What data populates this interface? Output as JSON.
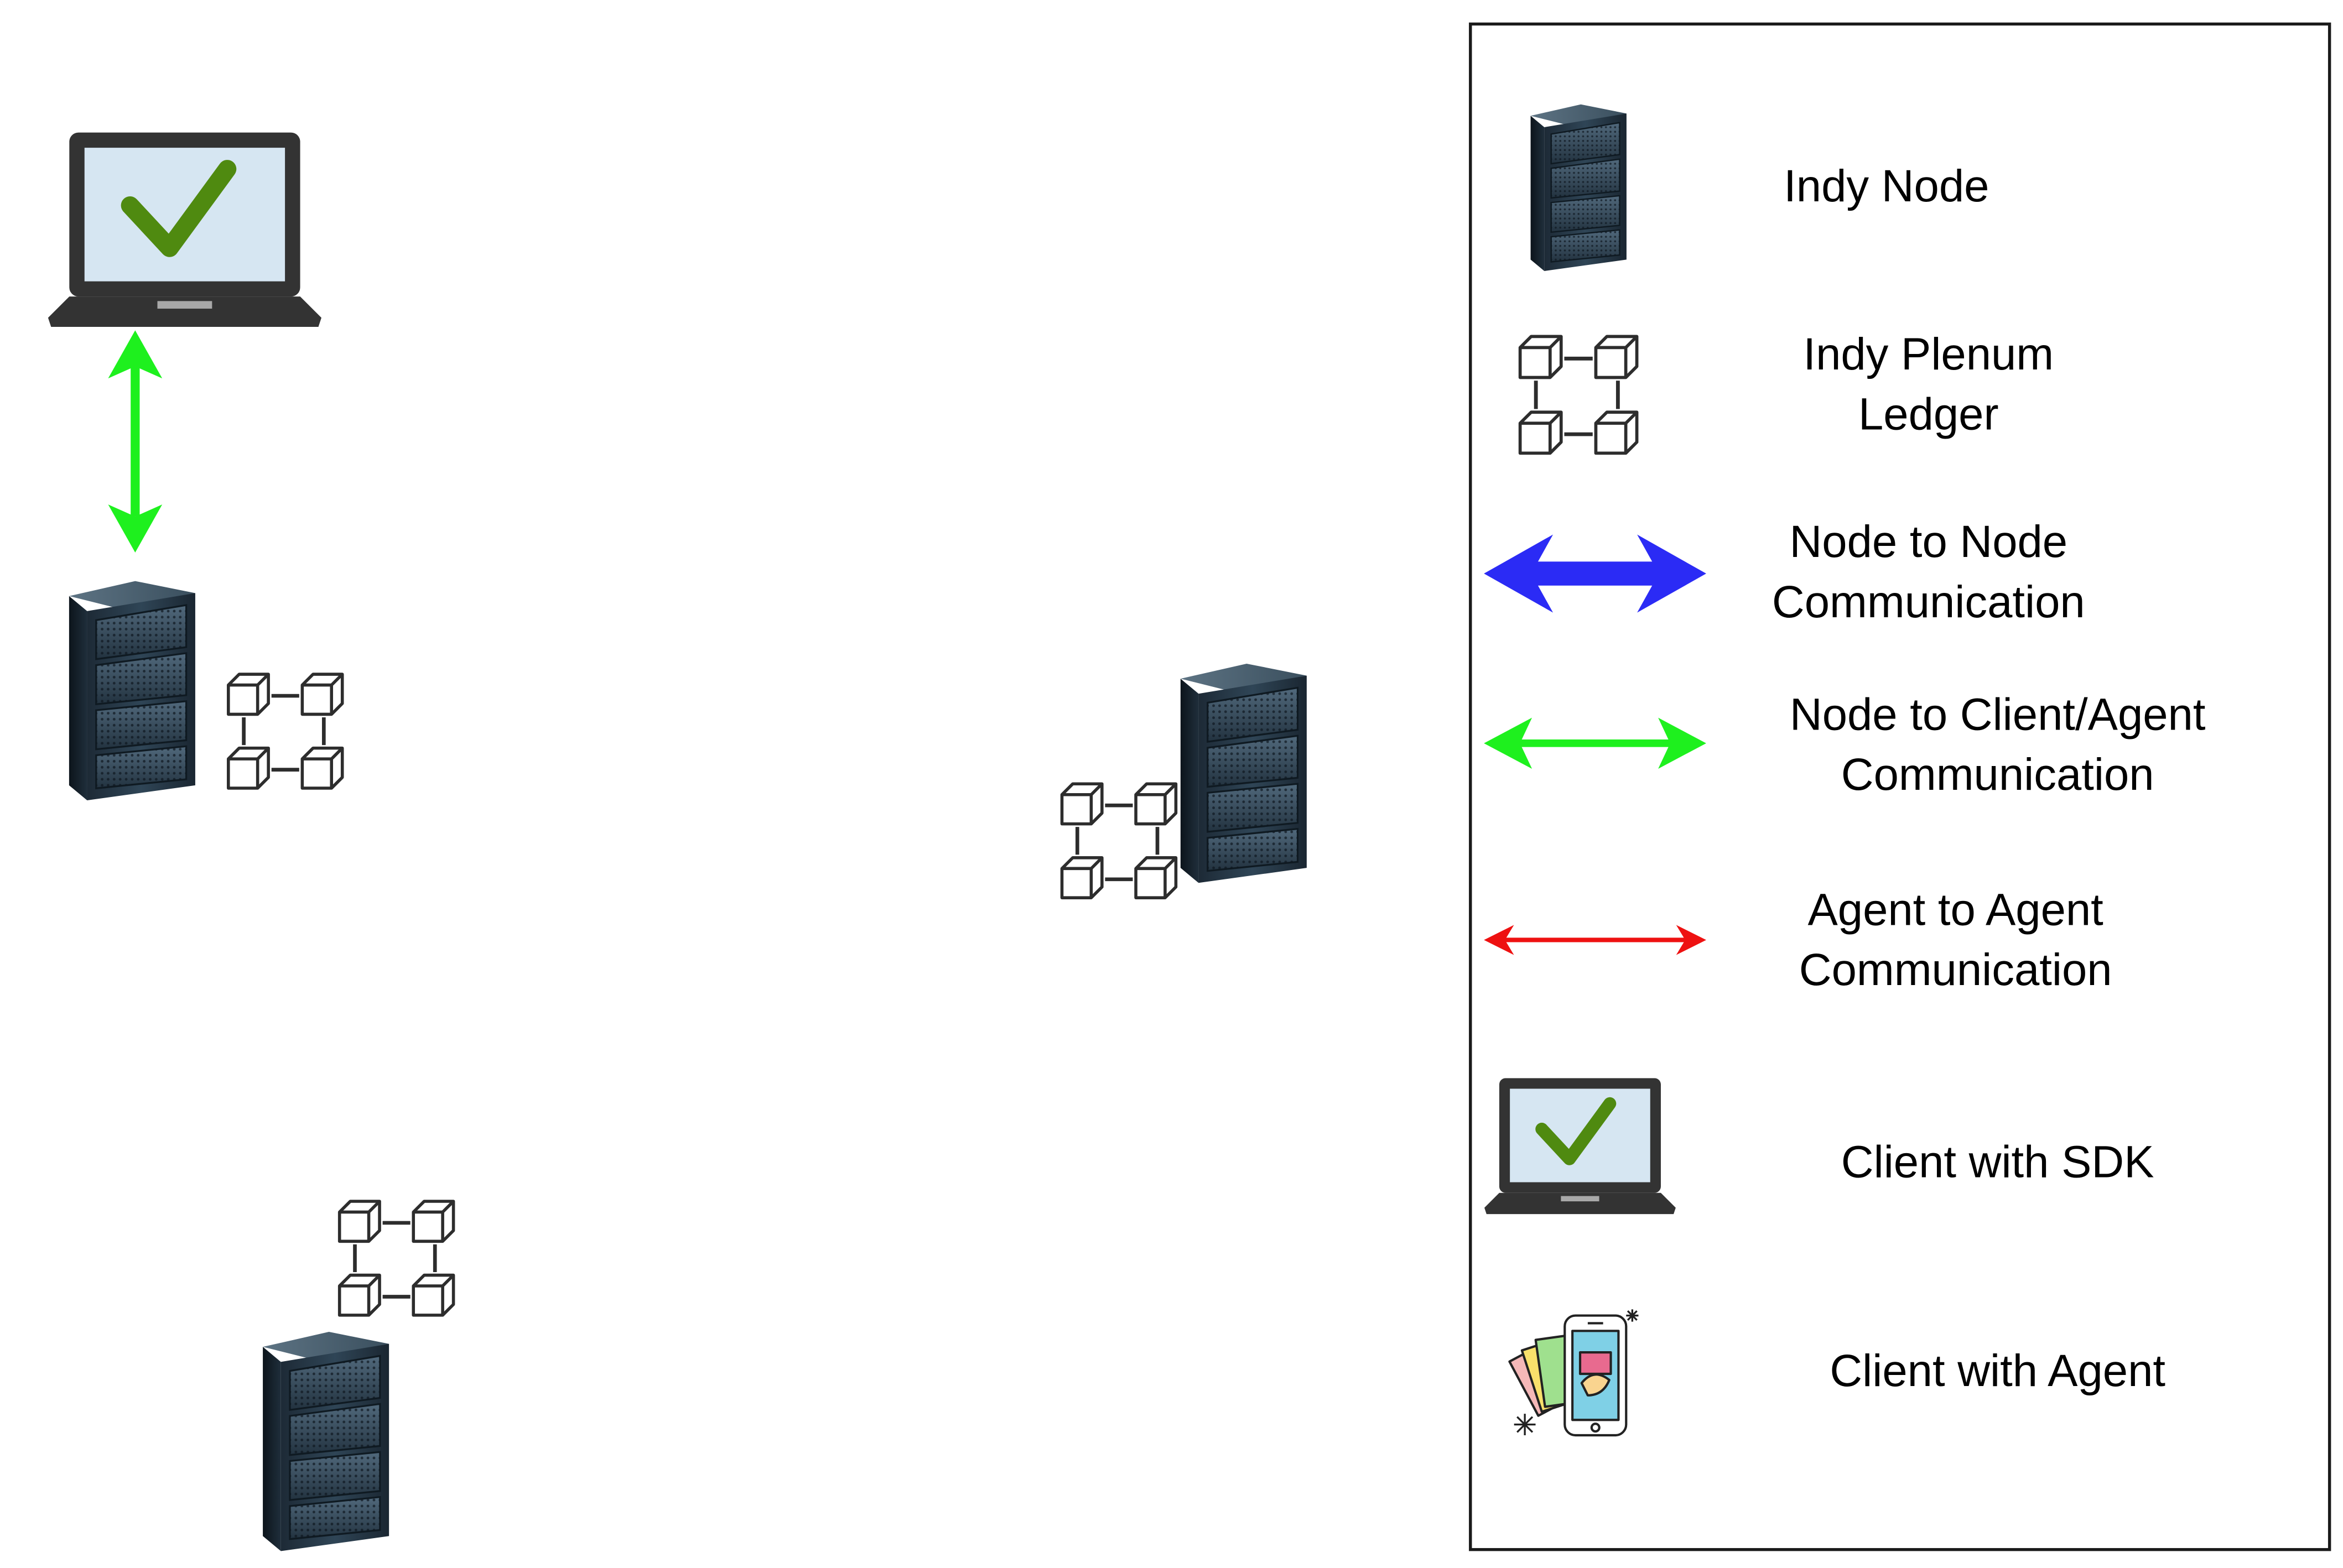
{
  "legend": {
    "items": [
      {
        "icon": "server-icon",
        "lines": [
          "Indy Node"
        ]
      },
      {
        "icon": "blockchain-ledger-icon",
        "lines": [
          "Indy Plenum",
          "Ledger"
        ]
      },
      {
        "icon": "double-arrow-icon",
        "color": "#2b2bf5",
        "lines": [
          "Node to Node",
          "Communication"
        ]
      },
      {
        "icon": "double-arrow-icon",
        "color": "#1ef01e",
        "lines": [
          "Node to Client/Agent",
          "Communication"
        ]
      },
      {
        "icon": "double-arrow-icon",
        "color": "#ee1111",
        "lines": [
          "Agent to Agent",
          "Communication"
        ]
      },
      {
        "icon": "laptop-check-icon",
        "lines": [
          "Client with SDK"
        ]
      },
      {
        "icon": "smartphone-wallet-icon",
        "lines": [
          "Client with Agent"
        ]
      }
    ]
  },
  "colors": {
    "node_to_node": "#2b2bf5",
    "node_to_client": "#1ef01e",
    "agent_to_agent": "#ee1111",
    "check": "#4f8a10",
    "screen": "#d6e6f2",
    "laptop_body": "#333333"
  }
}
